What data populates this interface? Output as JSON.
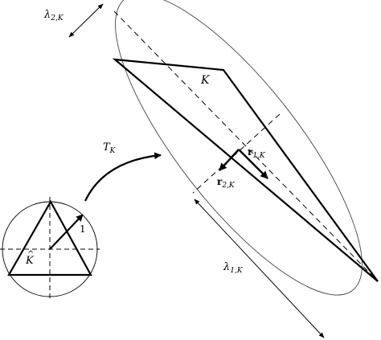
{
  "labels": {
    "lambda2": {
      "symbol": "λ",
      "sub": "2,K"
    },
    "lambda1": {
      "symbol": "λ",
      "sub": "1,K"
    },
    "r1": {
      "symbol": "r",
      "sub": "1,K"
    },
    "r2": {
      "symbol": "r",
      "sub": "2,K"
    },
    "triangle": "K",
    "map": {
      "symbol": "T",
      "sub": "K"
    },
    "reference": "K",
    "reference_hat": "^",
    "radius": "1"
  },
  "colors": {
    "stroke": "#000000",
    "ellipse": "#444444"
  }
}
